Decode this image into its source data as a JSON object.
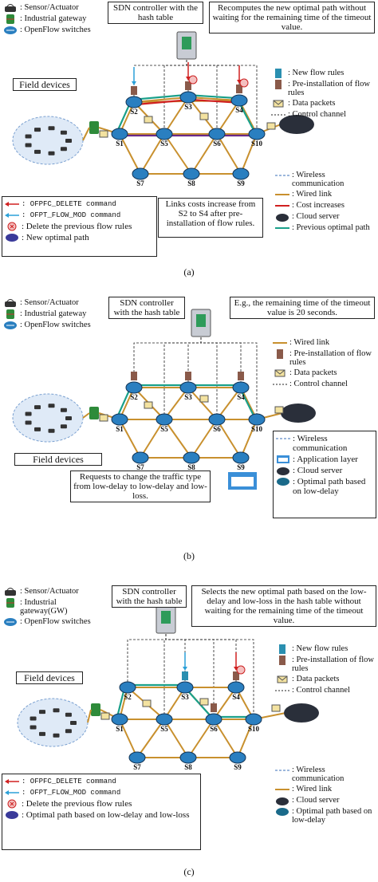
{
  "panel_a": {
    "legend_left_top": [
      {
        "icon": "sensor-icon",
        "text": ": Sensor/Actuator"
      },
      {
        "icon": "gateway-icon",
        "text": ": Industrial gateway"
      },
      {
        "icon": "openflow-switch-icon",
        "text": ": OpenFlow switches"
      }
    ],
    "field_devices": "Field devices",
    "controller": "SDN controller with the hash table",
    "note_top": "Recomputes the new optimal path without waiting for the remaining time of the timeout value.",
    "legend_right_top": [
      {
        "icon": "new-rule-icon",
        "text": ": New flow rules"
      },
      {
        "icon": "preinstall-icon",
        "text": ": Pre-installation of flow rules"
      },
      {
        "icon": "packet-icon",
        "text": ": Data packets"
      },
      {
        "icon": "control-line-icon",
        "text": ": Control channel"
      }
    ],
    "legend_left_bottom": [
      {
        "icon": "red-arrow-icon",
        "text": ": OFPFC_DELETE command",
        "mono": true
      },
      {
        "icon": "blue-arrow-icon",
        "text": ": OFPT_FLOW_MOD command",
        "mono": true
      },
      {
        "icon": "delete-icon",
        "text": ": Delete the previous flow rules"
      },
      {
        "icon": "new-path-icon",
        "text": ": New optimal path"
      }
    ],
    "note_bottom": "Links costs increase from S2 to S4 after pre-installation of flow rules.",
    "legend_right_bottom": [
      {
        "icon": "wireless-icon",
        "text": ": Wireless communication"
      },
      {
        "icon": "wired-icon",
        "text": ": Wired link"
      },
      {
        "icon": "cost-icon",
        "text": ": Cost increases"
      },
      {
        "icon": "cloud-icon",
        "text": ": Cloud server"
      },
      {
        "icon": "prev-path-icon",
        "text": ": Previous optimal path"
      }
    ],
    "caption": "(a)"
  },
  "panel_b": {
    "legend_left_top": [
      {
        "icon": "sensor-icon",
        "text": ": Sensor/Actuator"
      },
      {
        "icon": "gateway-icon",
        "text": ": Industrial gateway"
      },
      {
        "icon": "openflow-switch-icon",
        "text": ": OpenFlow switches"
      }
    ],
    "field_devices": "Field devices",
    "controller": "SDN controller with the hash table",
    "note_top": "E.g., the remaining time of the timeout value is 20 seconds.",
    "legend_right_top": [
      {
        "icon": "wired-icon",
        "text": ": Wired link"
      },
      {
        "icon": "preinstall-icon",
        "text": ": Pre-installation of flow rules"
      },
      {
        "icon": "packet-icon",
        "text": ": Data packets"
      },
      {
        "icon": "control-line-icon",
        "text": ": Control channel"
      }
    ],
    "note_bottom": "Requests to change the traffic type from low-delay to low-delay and low-loss.",
    "legend_right_bottom": [
      {
        "icon": "wireless-icon",
        "text": ": Wireless communication"
      },
      {
        "icon": "app-layer-icon",
        "text": ": Application layer"
      },
      {
        "icon": "cloud-icon",
        "text": ": Cloud server"
      },
      {
        "icon": "opt-path-icon",
        "text": ": Optimal path based on low-delay"
      }
    ],
    "caption": "(b)"
  },
  "panel_c": {
    "legend_left_top": [
      {
        "icon": "sensor-icon",
        "text": ": Sensor/Actuator"
      },
      {
        "icon": "gateway-icon",
        "text": ": Industrial gateway(GW)"
      },
      {
        "icon": "openflow-switch-icon",
        "text": ": OpenFlow switches"
      }
    ],
    "field_devices": "Field devices",
    "controller": "SDN controller with the hash table",
    "note_top": "Selects the new optimal path based on the low-delay and low-loss in the hash table without waiting for the remaining time of the timeout value.",
    "legend_right_top": [
      {
        "icon": "new-rule-icon",
        "text": ": New flow rules"
      },
      {
        "icon": "preinstall-icon",
        "text": ": Pre-installation of flow rules"
      },
      {
        "icon": "packet-icon",
        "text": ": Data packets"
      },
      {
        "icon": "control-line-icon",
        "text": ": Control channel"
      }
    ],
    "legend_left_bottom": [
      {
        "icon": "red-arrow-icon",
        "text": ": OFPFC_DELETE command",
        "mono": true
      },
      {
        "icon": "blue-arrow-icon",
        "text": ": OFPT_FLOW_MOD command",
        "mono": true
      },
      {
        "icon": "delete-icon",
        "text": ": Delete the previous flow rules"
      },
      {
        "icon": "new-path-icon",
        "text": ": Optimal path based on low-delay and low-loss"
      }
    ],
    "legend_right_bottom": [
      {
        "icon": "wireless-icon",
        "text": ": Wireless communication"
      },
      {
        "icon": "wired-icon",
        "text": ": Wired link"
      },
      {
        "icon": "cloud-icon",
        "text": ": Cloud server"
      },
      {
        "icon": "opt-path-icon",
        "text": ": Optimal path based on low-delay"
      }
    ],
    "caption": "(c)"
  },
  "switches": [
    "S1",
    "S2",
    "S3",
    "S4",
    "S5",
    "S6",
    "S7",
    "S8",
    "S9",
    "S10"
  ],
  "colors": {
    "wired": "#c8902e",
    "prev_path": "#1aa08a",
    "new_path": "#6a2a8a",
    "cost": "#d02020",
    "control": "#222",
    "wireless": "#3a6fb8",
    "switch": "#2a7fc0"
  }
}
